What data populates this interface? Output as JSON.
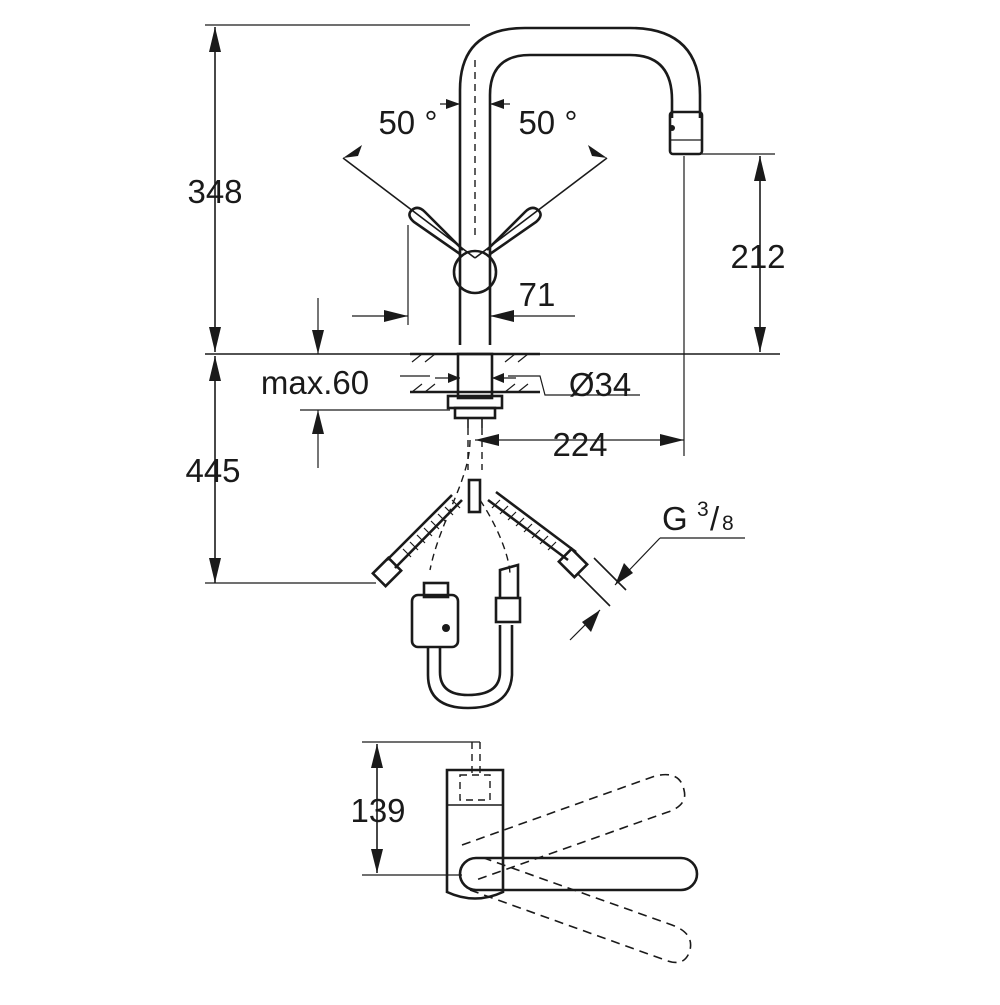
{
  "dimensions": {
    "height_above_counter": "348",
    "spout_height": "212",
    "height_below_counter": "445",
    "handle_angle_left": "50 °",
    "handle_angle_right": "50 °",
    "handle_offset": "71",
    "max_counter_thickness": "max.60",
    "mounting_hole_diameter": "Ø34",
    "spout_reach": "224",
    "connection_thread_main": "G",
    "connection_thread_num": "3",
    "connection_thread_den": "8",
    "top_view_depth": "139"
  },
  "colors": {
    "line": "#1a1a1a",
    "background": "#ffffff"
  }
}
